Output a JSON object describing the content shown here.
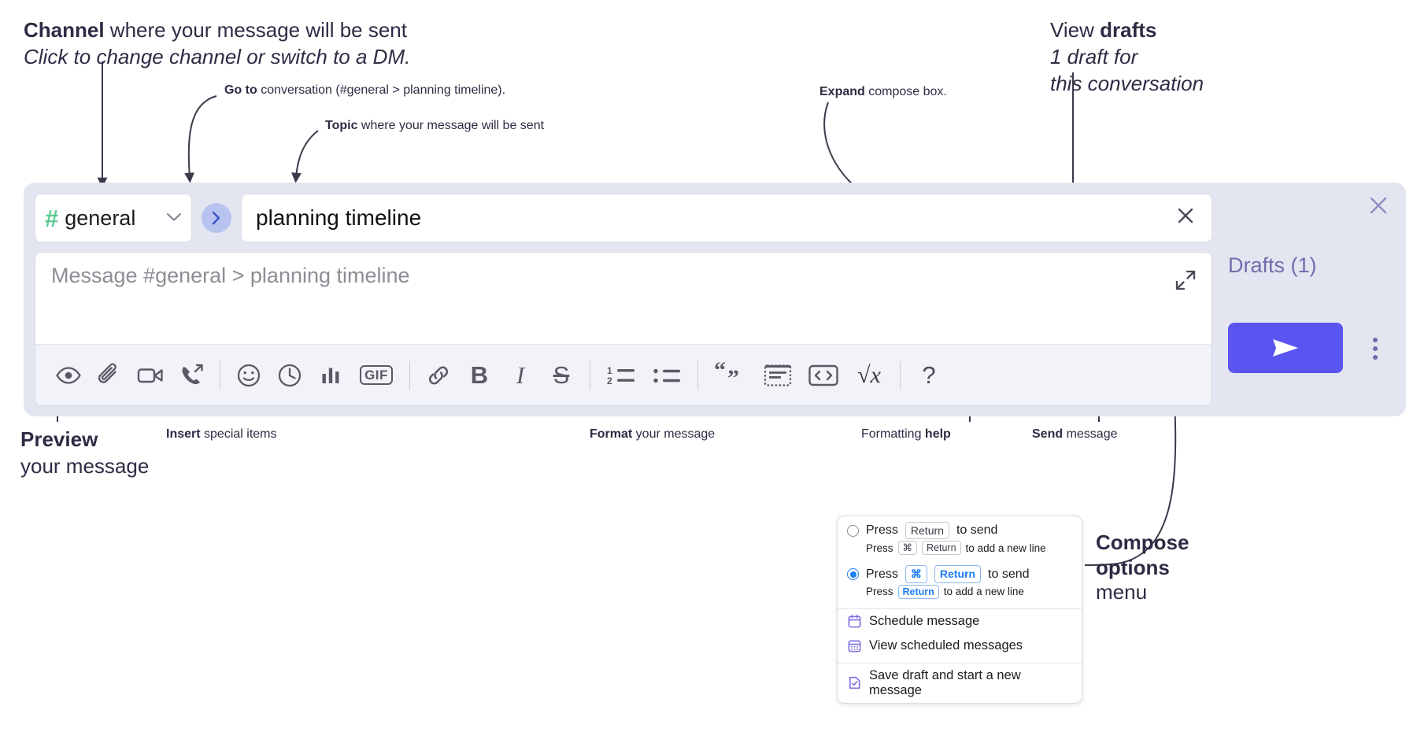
{
  "annotations": {
    "channel": {
      "line1_bold": "Channel",
      "line1_rest": " where your message will be sent",
      "line2": "Click to change channel or switch to a DM."
    },
    "goto": {
      "bold": "Go to",
      "rest": " conversation (#general > planning timeline)."
    },
    "topic": {
      "bold": "Topic",
      "rest": " where your message will be sent"
    },
    "expand": {
      "bold": "Expand",
      "rest": " compose box."
    },
    "drafts": {
      "line1_rest": "View ",
      "line1_bold": "drafts",
      "line2": "1 draft for",
      "line3": "this conversation"
    },
    "preview": {
      "bold": "Preview",
      "rest": "your message"
    },
    "insert": {
      "bold": "Insert",
      "rest": " special items"
    },
    "format": {
      "bold": "Format",
      "rest": " your message"
    },
    "help": {
      "rest": "Formatting ",
      "bold": "help"
    },
    "send": {
      "bold": "Send",
      "rest": " message"
    },
    "compose_options": {
      "line1": "Compose",
      "line2": "options",
      "line3": "menu"
    }
  },
  "compose": {
    "channel_name": "general",
    "hash_symbol": "#",
    "chevron_symbol": "∨",
    "goto_symbol": "›",
    "topic_value": "planning timeline",
    "topic_clear_symbol": "✕",
    "message_placeholder": "Message #general > planning timeline",
    "panel_close_symbol": "✕",
    "drafts_label": "Drafts (1)",
    "toolbar": [
      {
        "name": "preview-icon",
        "title": "Preview"
      },
      {
        "name": "attachment-icon",
        "title": "Attach file"
      },
      {
        "name": "video-icon",
        "title": "Record video clip"
      },
      {
        "name": "audio-huddle-icon",
        "title": "Record audio clip"
      },
      {
        "name": "separator",
        "title": ""
      },
      {
        "name": "emoji-icon",
        "title": "Emoji"
      },
      {
        "name": "clock-icon",
        "title": "Schedule"
      },
      {
        "name": "poll-icon",
        "title": "Poll"
      },
      {
        "name": "gif-icon",
        "title": "GIF",
        "label": "GIF"
      },
      {
        "name": "separator",
        "title": ""
      },
      {
        "name": "link-icon",
        "title": "Link"
      },
      {
        "name": "bold-icon",
        "title": "Bold",
        "label": "B"
      },
      {
        "name": "italic-icon",
        "title": "Italic",
        "label": "I"
      },
      {
        "name": "strikethrough-icon",
        "title": "Strikethrough",
        "label": "S"
      },
      {
        "name": "separator",
        "title": ""
      },
      {
        "name": "ordered-list-icon",
        "title": "Ordered list"
      },
      {
        "name": "bulleted-list-icon",
        "title": "Bulleted list"
      },
      {
        "name": "separator",
        "title": ""
      },
      {
        "name": "blockquote-icon",
        "title": "Blockquote",
        "label": "“”"
      },
      {
        "name": "code-block-icon",
        "title": "Code block"
      },
      {
        "name": "code-icon",
        "title": "Code"
      },
      {
        "name": "math-icon",
        "title": "Math",
        "label": "√x"
      },
      {
        "name": "separator",
        "title": ""
      },
      {
        "name": "help-icon",
        "title": "Formatting help",
        "label": "?"
      }
    ]
  },
  "menu": {
    "option_a": {
      "prefix": "Press",
      "key": "Return",
      "suffix": "to send",
      "sub_prefix": "Press",
      "sub_key1": "⌘",
      "sub_key2": "Return",
      "sub_suffix": "to add a new line",
      "selected": false
    },
    "option_b": {
      "prefix": "Press",
      "key1": "⌘",
      "key2": "Return",
      "suffix": "to send",
      "sub_prefix": "Press",
      "sub_key": "Return",
      "sub_suffix": "to add a new line",
      "selected": true
    },
    "items": [
      {
        "icon": "calendar-icon",
        "label": "Schedule message"
      },
      {
        "icon": "calendar-grid-icon",
        "label": "View scheduled messages"
      },
      {
        "icon": "save-draft-icon",
        "label": "Save draft and start a new message"
      }
    ]
  },
  "colors": {
    "accent_send": "#5a54f0",
    "hash_green": "#5ccb92",
    "panel_bg": "#e3e5f1",
    "drafts_text": "#6d6ead",
    "radio_blue": "#1d7ef5",
    "menu_icon": "#7b6fe0"
  }
}
